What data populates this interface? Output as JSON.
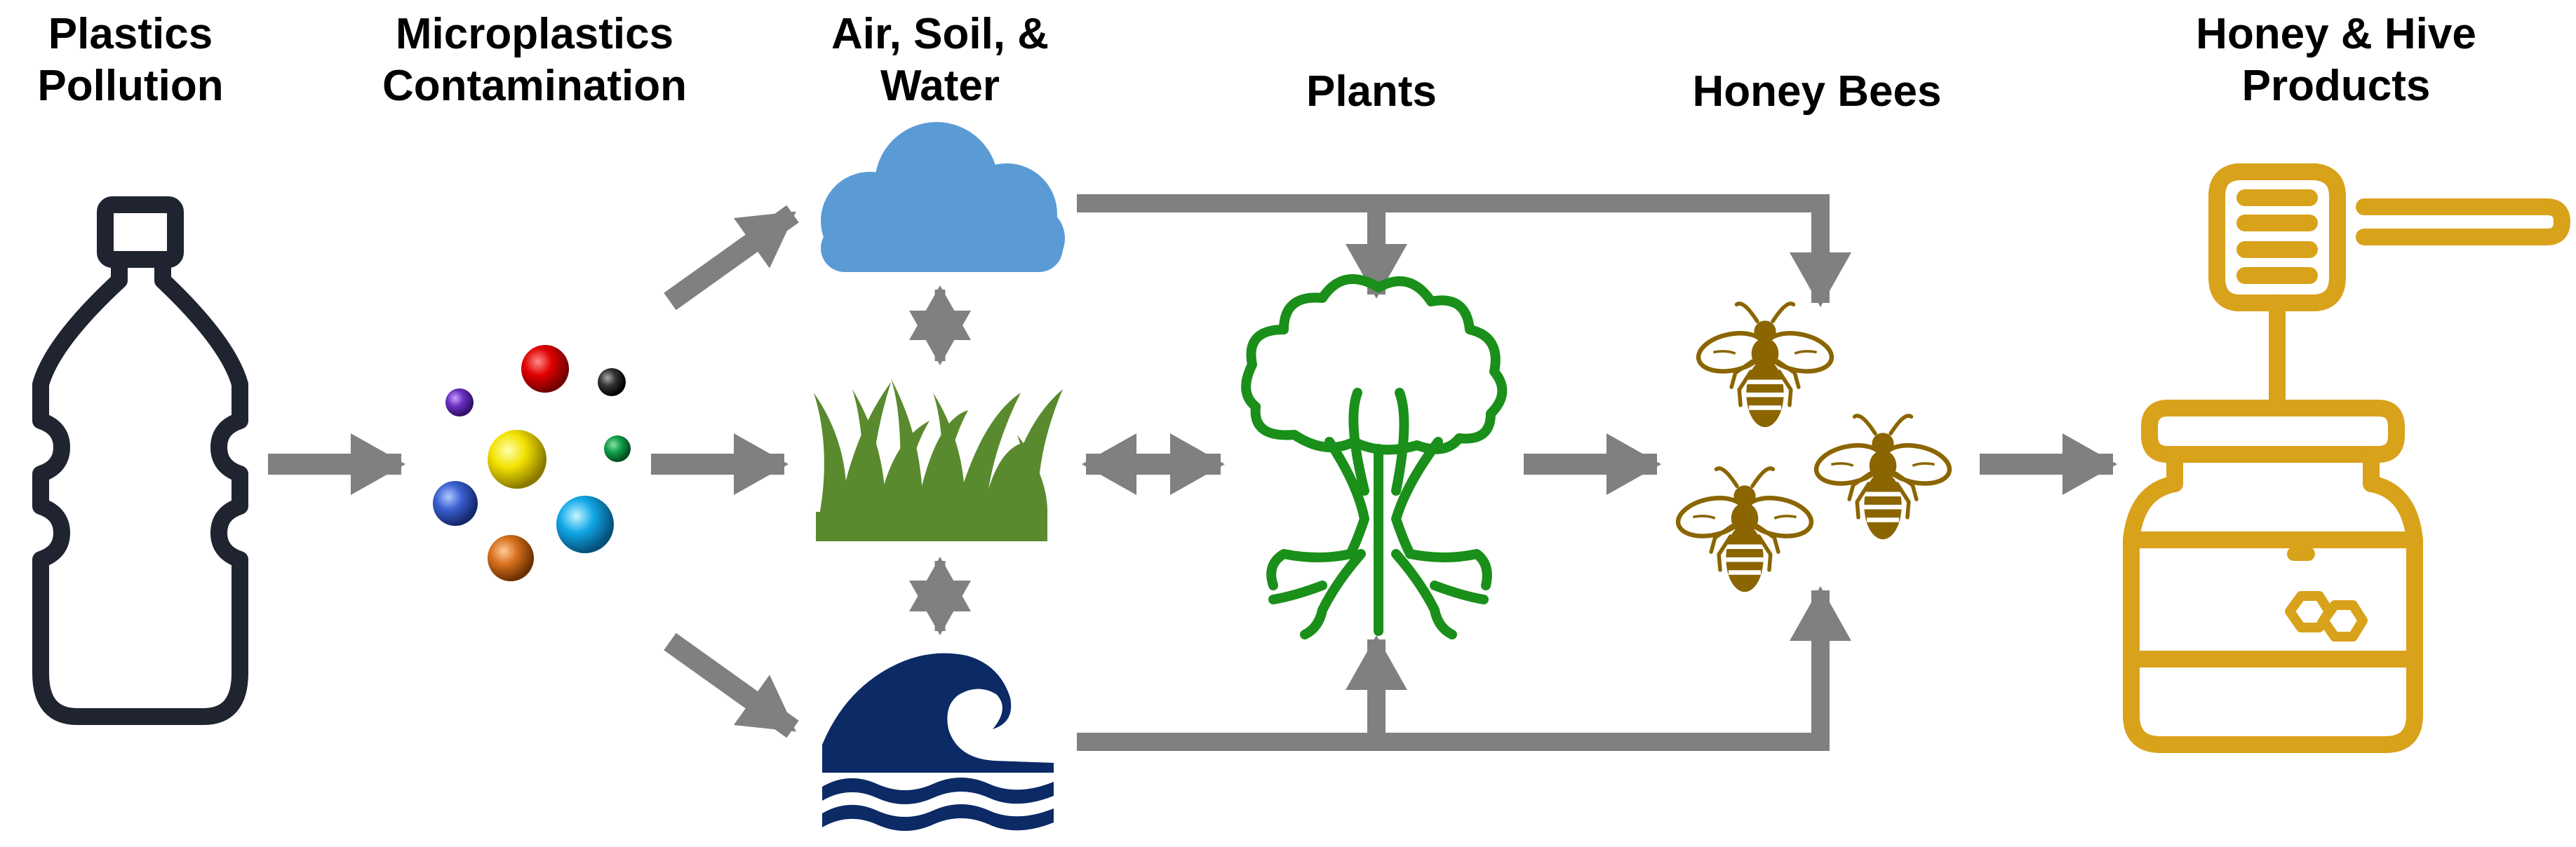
{
  "stages": [
    {
      "id": "plastics",
      "lines": [
        "Plastics",
        "Pollution"
      ],
      "icon": "plastic-bottle-icon"
    },
    {
      "id": "microplastics",
      "lines": [
        "Microplastics",
        "Contamination"
      ],
      "icon": "microplastic-particles-icon"
    },
    {
      "id": "environment",
      "lines": [
        "Air, Soil, &",
        "Water"
      ],
      "icon": "cloud-grass-wave-icons"
    },
    {
      "id": "plants",
      "lines": [
        "Plants"
      ],
      "icon": "tree-icon"
    },
    {
      "id": "bees",
      "lines": [
        "Honey Bees"
      ],
      "icon": "bee-icon"
    },
    {
      "id": "honey",
      "lines": [
        "Honey & Hive",
        "Products"
      ],
      "icon": "honey-jar-dipper-icon"
    }
  ],
  "colors": {
    "arrow": "#808080",
    "bottle": "#1f2430",
    "cloud": "#5b9bd5",
    "grass": "#5a8a2e",
    "water": "#0b2a66",
    "tree": "#1a8f1a",
    "bee": "#8a6500",
    "honey": "#d9a21b"
  }
}
